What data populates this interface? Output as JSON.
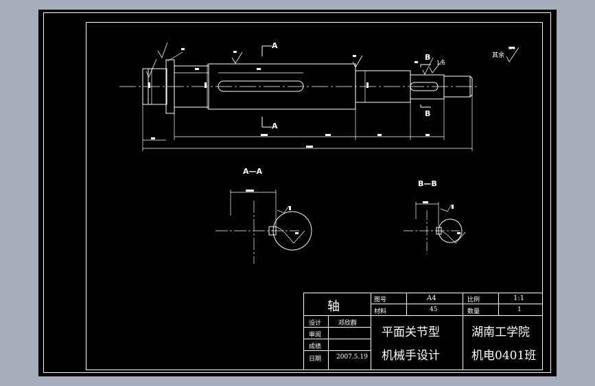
{
  "drawing": {
    "section_labels": {
      "aa": "A—A",
      "bb": "B—B"
    },
    "cut_markers": {
      "a_top": "A",
      "a_bottom": "A",
      "b_top": "B",
      "b_bottom": "B"
    },
    "roughness": {
      "rest_label": "其余",
      "rest_value": "12.5",
      "b_value": "1.6"
    }
  },
  "title_block": {
    "part_name": "轴",
    "drawing_no_label": "图号",
    "drawing_no_value": "A4",
    "scale_label": "比例",
    "scale_value": "1:1",
    "material_label": "材料",
    "material_value": "45",
    "quantity_label": "数量",
    "quantity_value": "1",
    "rows": [
      {
        "label": "设计",
        "value": "邓欣群"
      },
      {
        "label": "审阅",
        "value": ""
      },
      {
        "label": "成绩",
        "value": ""
      },
      {
        "label": "日期",
        "value": "2007.5.19"
      }
    ],
    "project_line1": "平面关节型",
    "project_line2": "机械手设计",
    "school_line1": "湖南工学院",
    "school_line2": "机电0401班"
  }
}
